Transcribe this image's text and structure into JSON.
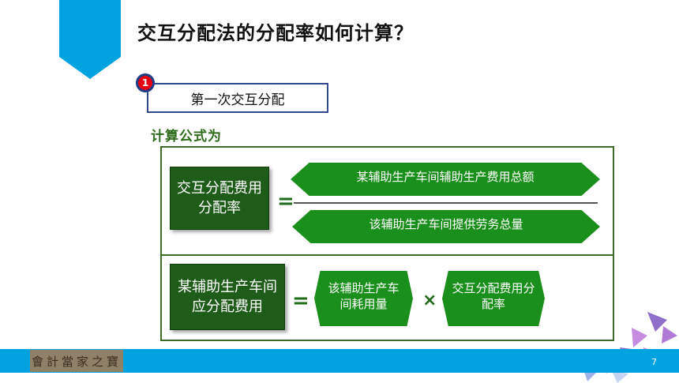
{
  "title": "交互分配法的分配率如何计算？",
  "step": {
    "number": "1",
    "label": "第一次交互分配"
  },
  "formula_label": "计算公式为",
  "formula1": {
    "lhs": "交互分配费用分配率",
    "equals": "=",
    "numerator": "某辅助生产车间辅助生产费用总额",
    "denominator": "该辅助生产车间提供劳务总量"
  },
  "formula2": {
    "lhs": "某辅助生产车间应分配费用",
    "equals": "=",
    "factor1": "该辅助生产车间耗用量",
    "times": "×",
    "factor2": "交互分配费用分配率"
  },
  "footer": {
    "logo_text": "會計當家之寶",
    "page_number": "7"
  },
  "colors": {
    "accent_blue": "#00a3e0",
    "dark_green": "#1f5c1a",
    "bright_green": "#1b8f1b",
    "frame_green": "#3f6b28"
  }
}
